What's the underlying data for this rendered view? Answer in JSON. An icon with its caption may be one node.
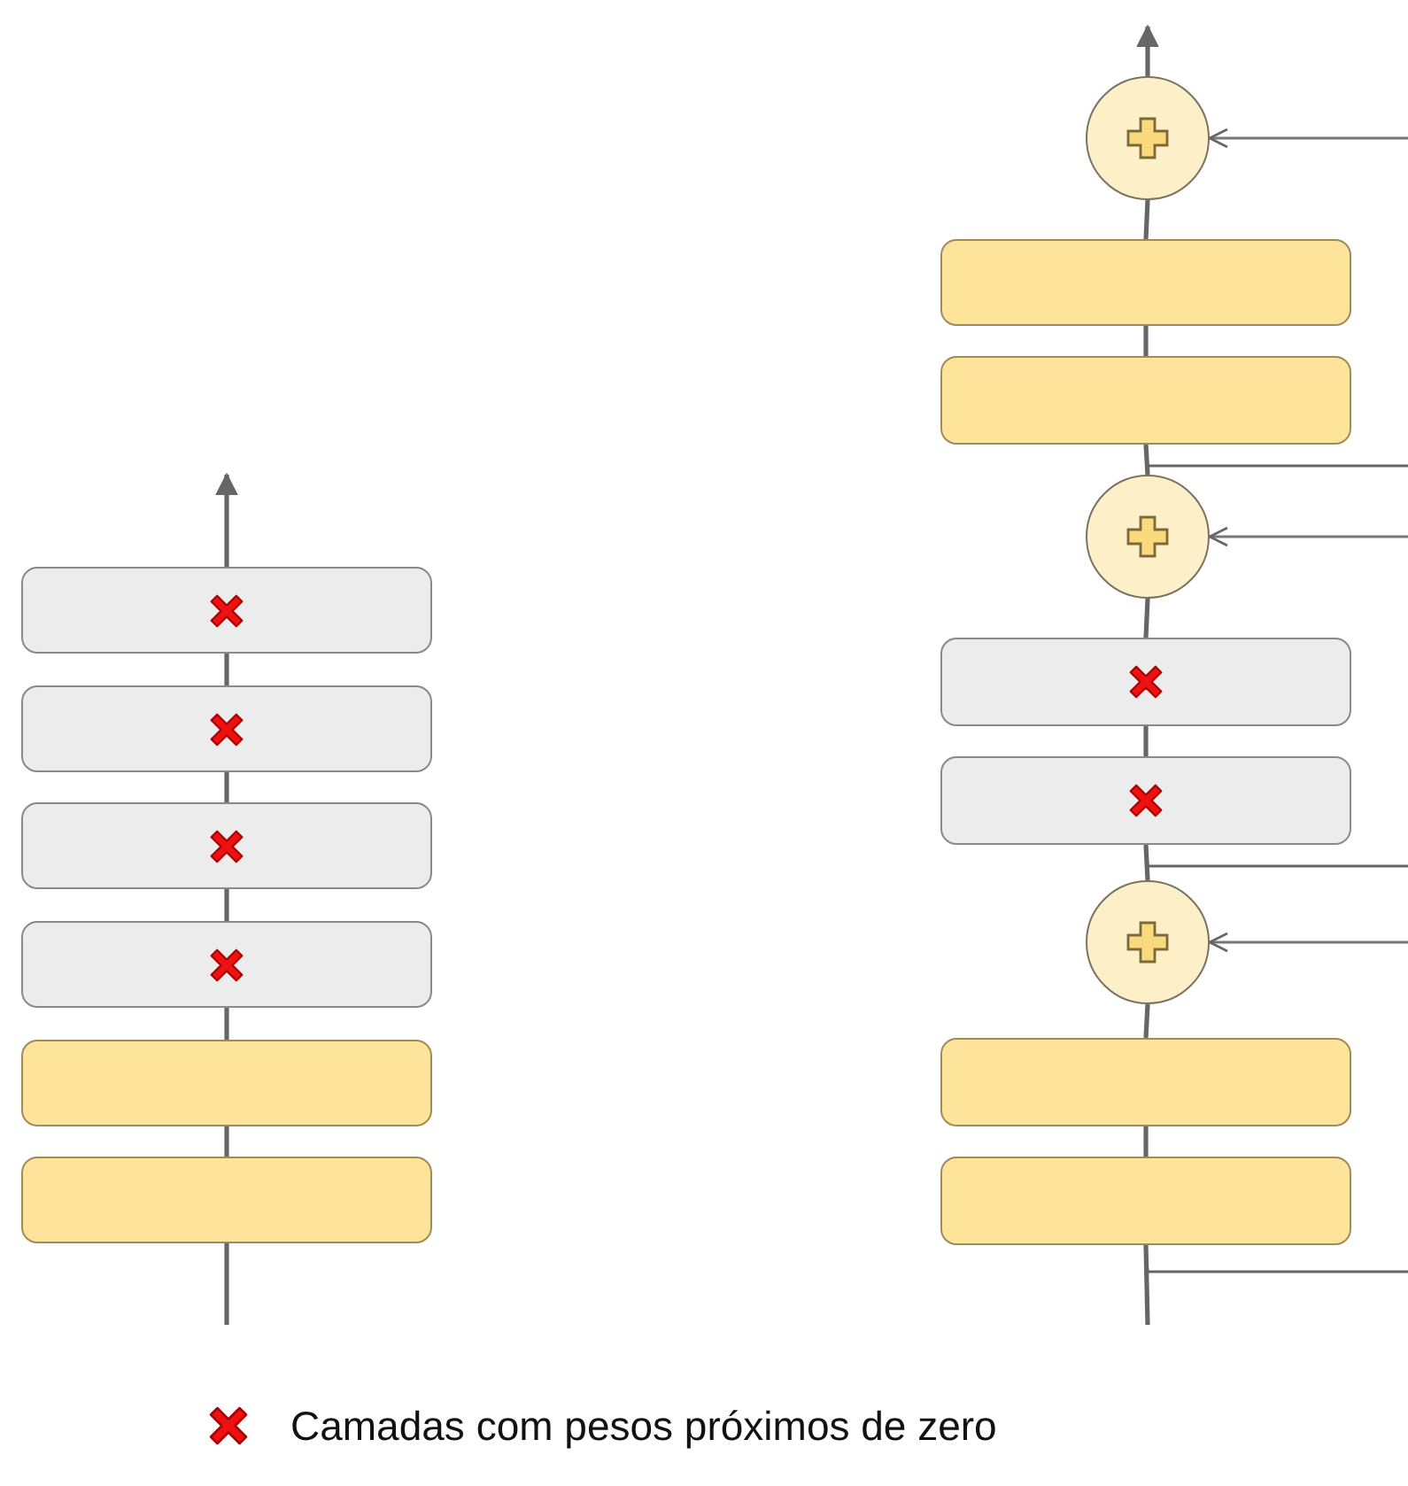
{
  "diagram": {
    "nodes": [
      {
        "text": [],
        "shape": "box"
      },
      {
        "text": [],
        "shape": "box"
      },
      {
        "text": [],
        "shape": "box"
      },
      {
        "text": [],
        "shape": "box"
      },
      {
        "text": [],
        "shape": "box"
      },
      {
        "text": [],
        "shape": "box"
      },
      {
        "text": [],
        "shape": "circle"
      },
      {
        "text": [],
        "shape": "box"
      },
      {
        "text": [],
        "shape": "box"
      },
      {
        "text": [],
        "shape": "circle"
      },
      {
        "text": [],
        "shape": "box"
      },
      {
        "text": [],
        "shape": "box"
      },
      {
        "text": [],
        "shape": "circle"
      },
      {
        "text": [],
        "shape": "box"
      },
      {
        "text": [],
        "shape": "box"
      }
    ],
    "edges": [
      {
        "from": null,
        "to": 5,
        "arrow": "none"
      },
      {
        "from": 5,
        "to": 4,
        "arrow": "none"
      },
      {
        "from": 4,
        "to": 3,
        "arrow": "none"
      },
      {
        "from": 3,
        "to": 2,
        "arrow": "none"
      },
      {
        "from": 2,
        "to": 1,
        "arrow": "none"
      },
      {
        "from": 1,
        "to": 0,
        "arrow": "none"
      },
      {
        "from": 0,
        "to": null,
        "arrow": "to"
      },
      {
        "from": null,
        "to": 14,
        "arrow": "none"
      },
      {
        "from": 14,
        "to": 13,
        "arrow": "none"
      },
      {
        "from": 13,
        "to": 12,
        "arrow": "none"
      },
      {
        "from": 12,
        "to": 11,
        "arrow": "none"
      },
      {
        "from": 11,
        "to": 10,
        "arrow": "none"
      },
      {
        "from": 10,
        "to": 9,
        "arrow": "none"
      },
      {
        "from": 9,
        "to": 8,
        "arrow": "none"
      },
      {
        "from": 8,
        "to": 7,
        "arrow": "none"
      },
      {
        "from": 7,
        "to": 6,
        "arrow": "none"
      },
      {
        "from": 6,
        "to": null,
        "arrow": "to"
      },
      {
        "from": 14,
        "to": null,
        "arrow": "none"
      },
      {
        "from": 11,
        "to": null,
        "arrow": "none"
      },
      {
        "from": 8,
        "to": null,
        "arrow": "none"
      },
      {
        "from": null,
        "to": 12,
        "arrow": "to"
      },
      {
        "from": null,
        "to": 9,
        "arrow": "to"
      },
      {
        "from": null,
        "to": 6,
        "arrow": "to"
      }
    ],
    "legend": [
      {
        "text": "Camadas com pesos próximos de zero"
      }
    ]
  }
}
